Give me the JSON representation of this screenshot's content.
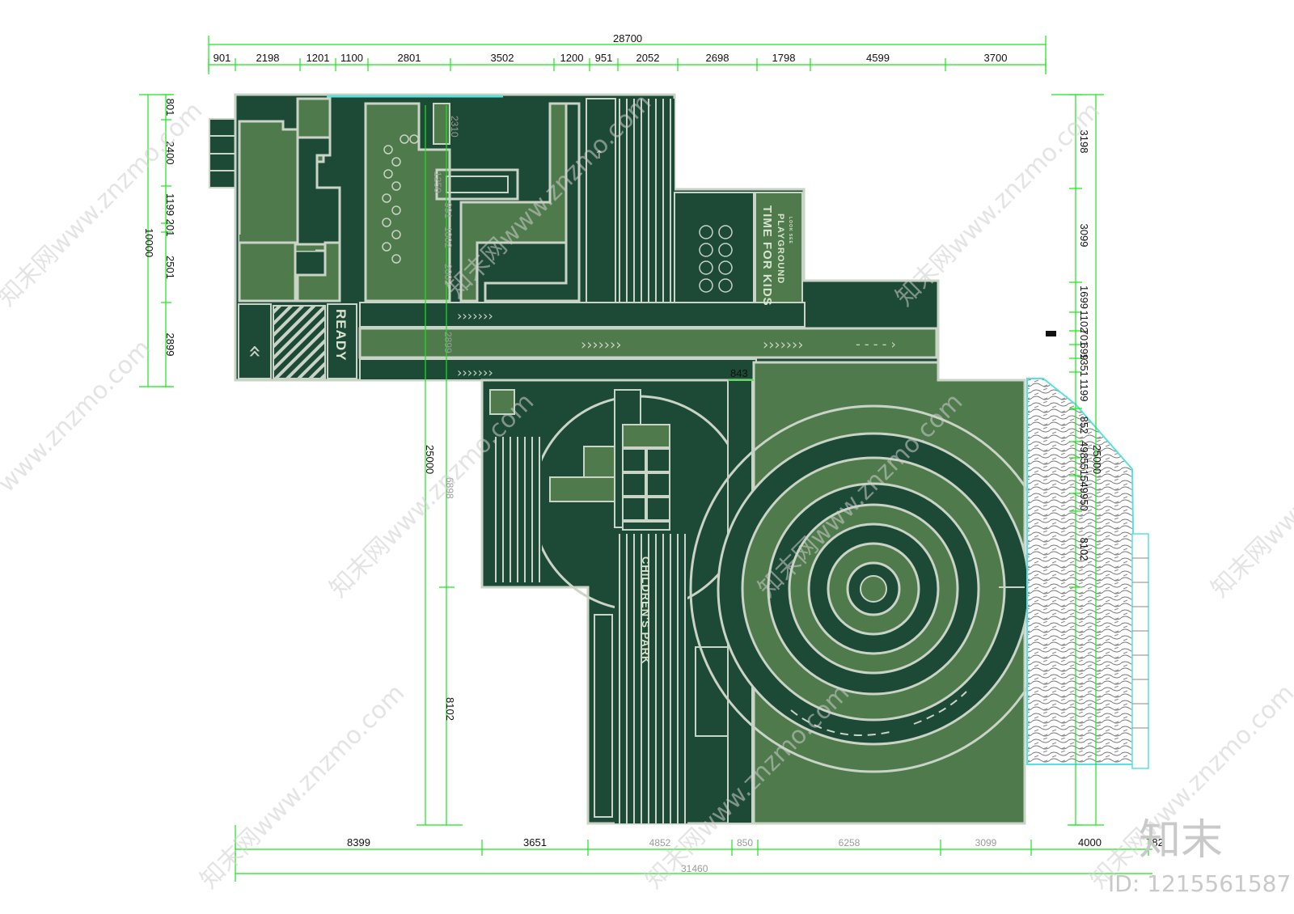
{
  "top_dims": {
    "total": "28700",
    "segments": [
      "901",
      "2198",
      "1201",
      "1100",
      "2801",
      "3502",
      "1200",
      "951",
      "2052",
      "2698",
      "1798",
      "4599",
      "3700"
    ]
  },
  "bottom_dims": {
    "total": "31460",
    "segments": [
      "8399",
      "3651",
      "4852",
      "850",
      "6258",
      "3099",
      "4000",
      "782"
    ]
  },
  "left_dims": {
    "total": "10000",
    "segments": [
      "801",
      "2400",
      "1199",
      "201",
      "2501",
      "2899"
    ]
  },
  "right_dims": {
    "total": "25000",
    "segments": [
      "3198",
      "3099",
      "1699",
      "1102",
      "701",
      "699",
      "1351",
      "1199",
      "852",
      "498",
      "551",
      "549",
      "950",
      "8102"
    ]
  },
  "inner_dims": {
    "total_vertical": "25000",
    "upper_a": "6898",
    "upper_b": "8102",
    "small_a": "1250",
    "small_b": "991",
    "small_c": "1002",
    "small_d": "2002",
    "small_e": "2899",
    "small_f": "2310",
    "gap": "843"
  },
  "labels": {
    "ready": "READY",
    "time_for_kids": "TIME FOR KIDS",
    "playground": "PLAYGROUND",
    "playground_small": "LOOK SEE",
    "childrens_park": "CHILDREN'S PARK"
  },
  "watermarks": {
    "site": "知末网www.znzmo.com",
    "site_short": "www.znzmo.com"
  },
  "brand": {
    "logo": "知末",
    "id": "ID: 1215561587"
  },
  "colors": {
    "dark": "#1d4a36",
    "light": "#4f7a4c",
    "line": "#c9d3c6",
    "dim": "#19e619",
    "cyan": "#59e0e0"
  }
}
